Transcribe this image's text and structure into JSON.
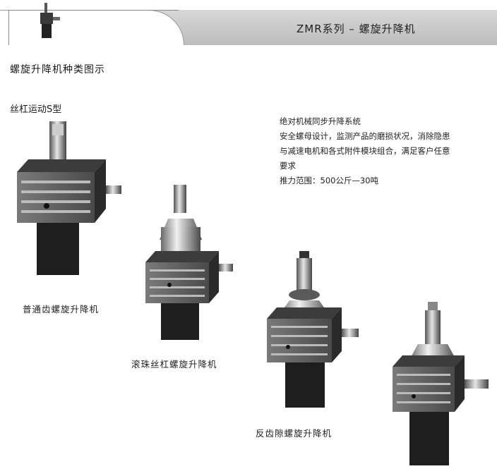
{
  "header": {
    "title": "ZMR系列 – 螺旋升降机"
  },
  "page_title": "螺旋升降机种类图示",
  "subtitle": "丝杠运动S型",
  "description": {
    "lines": [
      "绝对机械同步升降系统",
      "安全螺母设计，监测产品的磨损状况，消除隐患",
      "与减速电机和各式附件模块组合，满足客户任意",
      "要求",
      "推力范围：500公斤—30吨"
    ]
  },
  "products": [
    {
      "caption": "普通齿螺旋升降机"
    },
    {
      "caption": "滚珠丝杠螺旋升降机"
    },
    {
      "caption": "反齿隙螺旋升降机"
    }
  ]
}
